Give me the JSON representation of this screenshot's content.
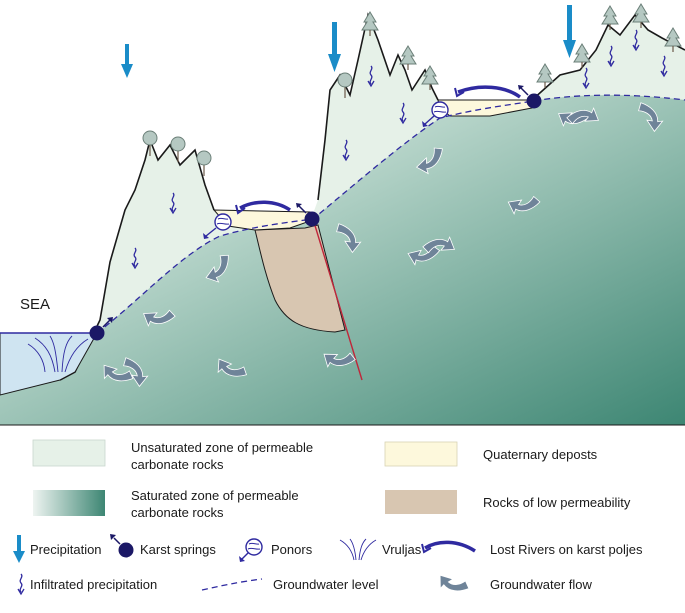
{
  "diagram": {
    "sea_label": "SEA",
    "colors": {
      "unsaturated": "#e6f1e8",
      "saturated_light": "#eef4f1",
      "saturated_dark": "#3d8673",
      "quaternary": "#fdf8dc",
      "low_permeability": "#d8c6b1",
      "sea": "#cfe4f1",
      "precipitation": "#1a8cc8",
      "spring": "#1b1866",
      "groundwater_level": "#2f2aa0",
      "flow_arrow": "#6f8499",
      "fault": "#c0263a"
    }
  },
  "legend": {
    "unsaturated_line1": "Unsaturated zone of permeable",
    "unsaturated_line2": "carbonate rocks",
    "saturated_line1": "Saturated zone of permeable",
    "saturated_line2": "carbonate rocks",
    "quaternary": "Quaternary deposts",
    "low_permeability": "Rocks of low permeability",
    "precipitation": "Precipitation",
    "karst_springs": "Karst springs",
    "ponors": "Ponors",
    "vruljas": "Vruljas",
    "lost_rivers": "Lost Rivers on karst poljes",
    "infiltrated": "Infiltrated precipitation",
    "groundwater_level": "Groundwater level",
    "groundwater_flow": "Groundwater flow"
  }
}
